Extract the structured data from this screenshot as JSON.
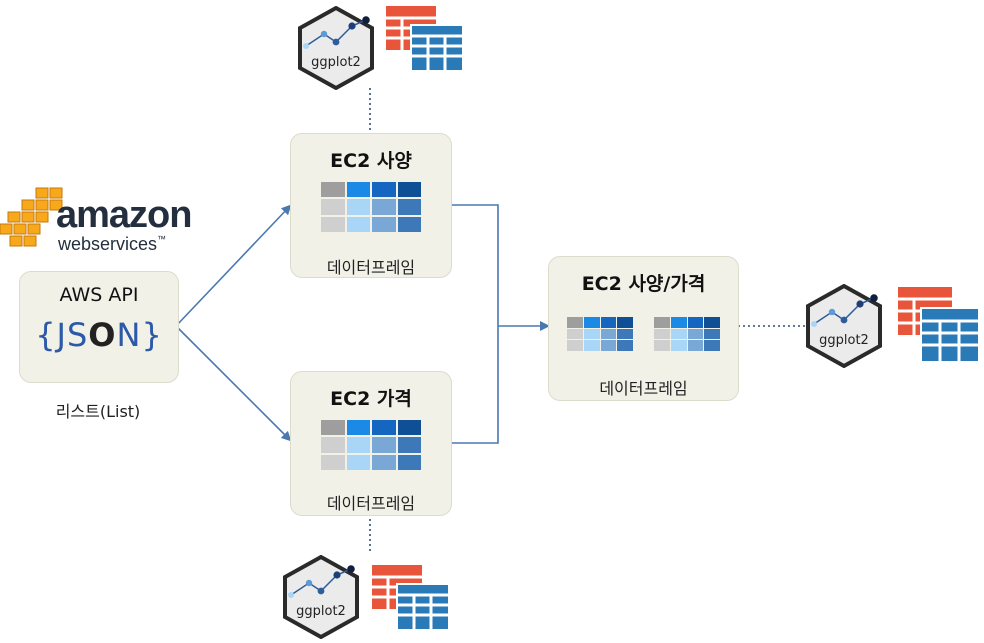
{
  "aws_logo": {
    "brand_line1": "amazon",
    "brand_line2": "webservices",
    "trademark": "™",
    "icon": "aws-cubes-logo"
  },
  "aws_api": {
    "title": "AWS API",
    "json_left": "{JS",
    "json_ring": "O",
    "json_right": "N}",
    "caption": "리스트(List)"
  },
  "ec2_spec": {
    "title": "EC2 사양",
    "caption": "데이터프레임"
  },
  "ec2_price": {
    "title": "EC2 가격",
    "caption": "데이터프레임"
  },
  "ec2_merged": {
    "title": "EC2 사양/가격",
    "caption": "데이터프레임"
  },
  "ggplot": {
    "label": "ggplot2",
    "icon": "ggplot2-hex-logo"
  },
  "colors": {
    "box_fill": "#f1f1e8",
    "arrow": "#4a78b0",
    "table_orange": "#e8553a",
    "table_blue": "#2a7ab8"
  }
}
